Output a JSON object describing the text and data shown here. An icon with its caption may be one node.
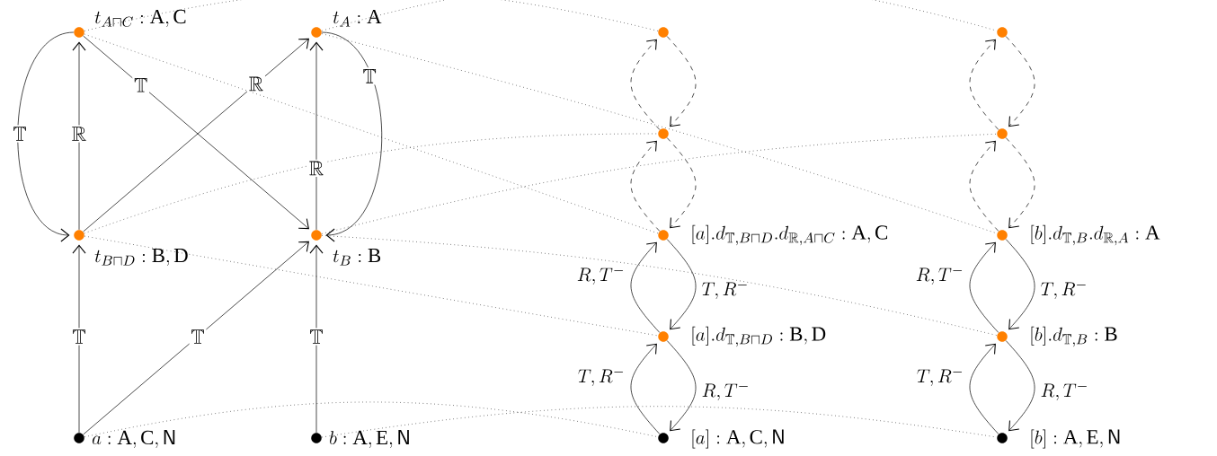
{
  "diagram": {
    "nodes": [
      {
        "text": [],
        "shape": "circle",
        "beside": [
          "t_{A\\sqcap C} : \\mathrm{A}, \\mathrm{C}"
        ]
      },
      {
        "text": [],
        "shape": "circle",
        "beside": [
          "t_A : \\mathrm{A}"
        ]
      },
      {
        "text": [],
        "shape": "circle",
        "beside": [
          "t_{B\\sqcap D} : \\mathrm{B}, \\mathrm{D}"
        ]
      },
      {
        "text": [],
        "shape": "circle",
        "beside": [
          "t_B : \\mathrm{B}"
        ]
      },
      {
        "text": [],
        "shape": "circle",
        "beside": [
          "a : \\mathrm{A}, \\mathrm{C}, \\mathsf{N}"
        ]
      },
      {
        "text": [],
        "shape": "circle",
        "beside": [
          "b : \\mathrm{A}, \\mathrm{E}, \\mathsf{N}"
        ]
      },
      {
        "text": [],
        "shape": "circle"
      },
      {
        "text": [],
        "shape": "circle"
      },
      {
        "text": [],
        "shape": "circle",
        "beside": [
          "[a].d_{\\mathbb{T},B\\sqcap D}.d_{\\mathbb{R},A\\sqcap C} : \\mathrm{A}, \\mathrm{C}"
        ]
      },
      {
        "text": [],
        "shape": "circle",
        "beside": [
          "[a].d_{\\mathbb{T},B\\sqcap D} : \\mathrm{B}, \\mathrm{D}"
        ]
      },
      {
        "text": [],
        "shape": "circle",
        "beside": [
          "[a] : \\mathrm{A}, \\mathrm{C}, \\mathsf{N}"
        ]
      },
      {
        "text": [],
        "shape": "circle"
      },
      {
        "text": [],
        "shape": "circle"
      },
      {
        "text": [],
        "shape": "circle",
        "beside": [
          "[b].d_{\\mathbb{T},B}.d_{\\mathbb{R},A} : \\mathrm{A}"
        ]
      },
      {
        "text": [],
        "shape": "circle",
        "beside": [
          "[b].d_{\\mathbb{T},B} : \\mathrm{B}"
        ]
      },
      {
        "text": [],
        "shape": "circle",
        "beside": [
          "[b] : \\mathrm{A}, \\mathrm{E}, \\mathsf{N}"
        ]
      }
    ],
    "edges": [
      {
        "from": 2,
        "to": 0,
        "arrow": "to",
        "label": "\\mathbb{R}"
      },
      {
        "from": 0,
        "to": 2,
        "arrow": "to",
        "label": "\\mathbb{T}"
      },
      {
        "from": 0,
        "to": 3,
        "arrow": "to",
        "label": "\\mathbb{T}"
      },
      {
        "from": 2,
        "to": 1,
        "arrow": "to",
        "label": "\\mathbb{R}"
      },
      {
        "from": 3,
        "to": 1,
        "arrow": "to",
        "label": "\\mathbb{R}"
      },
      {
        "from": 1,
        "to": 3,
        "arrow": "to",
        "label": "\\mathbb{T}"
      },
      {
        "from": 4,
        "to": 2,
        "arrow": "to",
        "label": "\\mathbb{T}"
      },
      {
        "from": 4,
        "to": 3,
        "arrow": "to",
        "label": "\\mathbb{T}"
      },
      {
        "from": 5,
        "to": 3,
        "arrow": "to",
        "label": "\\mathbb{T}"
      },
      {
        "from": 9,
        "to": 8,
        "arrow": "to",
        "label": "R, T^-"
      },
      {
        "from": 8,
        "to": 9,
        "arrow": "to",
        "label": "T, R^-"
      },
      {
        "from": 10,
        "to": 9,
        "arrow": "to",
        "label": "T, R^-"
      },
      {
        "from": 9,
        "to": 10,
        "arrow": "to",
        "label": "R, T^-"
      },
      {
        "from": 14,
        "to": 13,
        "arrow": "to",
        "label": "R, T^-"
      },
      {
        "from": 13,
        "to": 14,
        "arrow": "to",
        "label": "T, R^-"
      },
      {
        "from": 15,
        "to": 14,
        "arrow": "to",
        "label": "T, R^-"
      },
      {
        "from": 14,
        "to": 15,
        "arrow": "to",
        "label": "R, T^-"
      },
      {
        "from": 7,
        "to": 6,
        "arrow": "to",
        "style": "dashed"
      },
      {
        "from": 6,
        "to": 7,
        "arrow": "to",
        "style": "dashed"
      },
      {
        "from": 8,
        "to": 7,
        "arrow": "to",
        "style": "dashed"
      },
      {
        "from": 7,
        "to": 8,
        "arrow": "to",
        "style": "dashed"
      },
      {
        "from": 12,
        "to": 11,
        "arrow": "to",
        "style": "dashed"
      },
      {
        "from": 11,
        "to": 12,
        "arrow": "to",
        "style": "dashed"
      },
      {
        "from": 13,
        "to": 12,
        "arrow": "to",
        "style": "dashed"
      },
      {
        "from": 12,
        "to": 13,
        "arrow": "to",
        "style": "dashed"
      },
      {
        "from": 4,
        "to": 10,
        "arrow": "none",
        "style": "dashed"
      },
      {
        "from": 5,
        "to": 15,
        "arrow": "none",
        "style": "dashed"
      },
      {
        "from": 2,
        "to": 9,
        "arrow": "none",
        "style": "dashed"
      },
      {
        "from": 3,
        "to": 14,
        "arrow": "none",
        "style": "dashed"
      },
      {
        "from": 0,
        "to": 8,
        "arrow": "none",
        "style": "dashed"
      },
      {
        "from": 1,
        "to": 13,
        "arrow": "none",
        "style": "dashed"
      },
      {
        "from": 2,
        "to": 7,
        "arrow": "none",
        "style": "dashed"
      },
      {
        "from": 3,
        "to": 12,
        "arrow": "none",
        "style": "dashed"
      },
      {
        "from": 0,
        "to": 6,
        "arrow": "none",
        "style": "dashed"
      },
      {
        "from": 1,
        "to": 11,
        "arrow": "none",
        "style": "dashed"
      }
    ]
  }
}
